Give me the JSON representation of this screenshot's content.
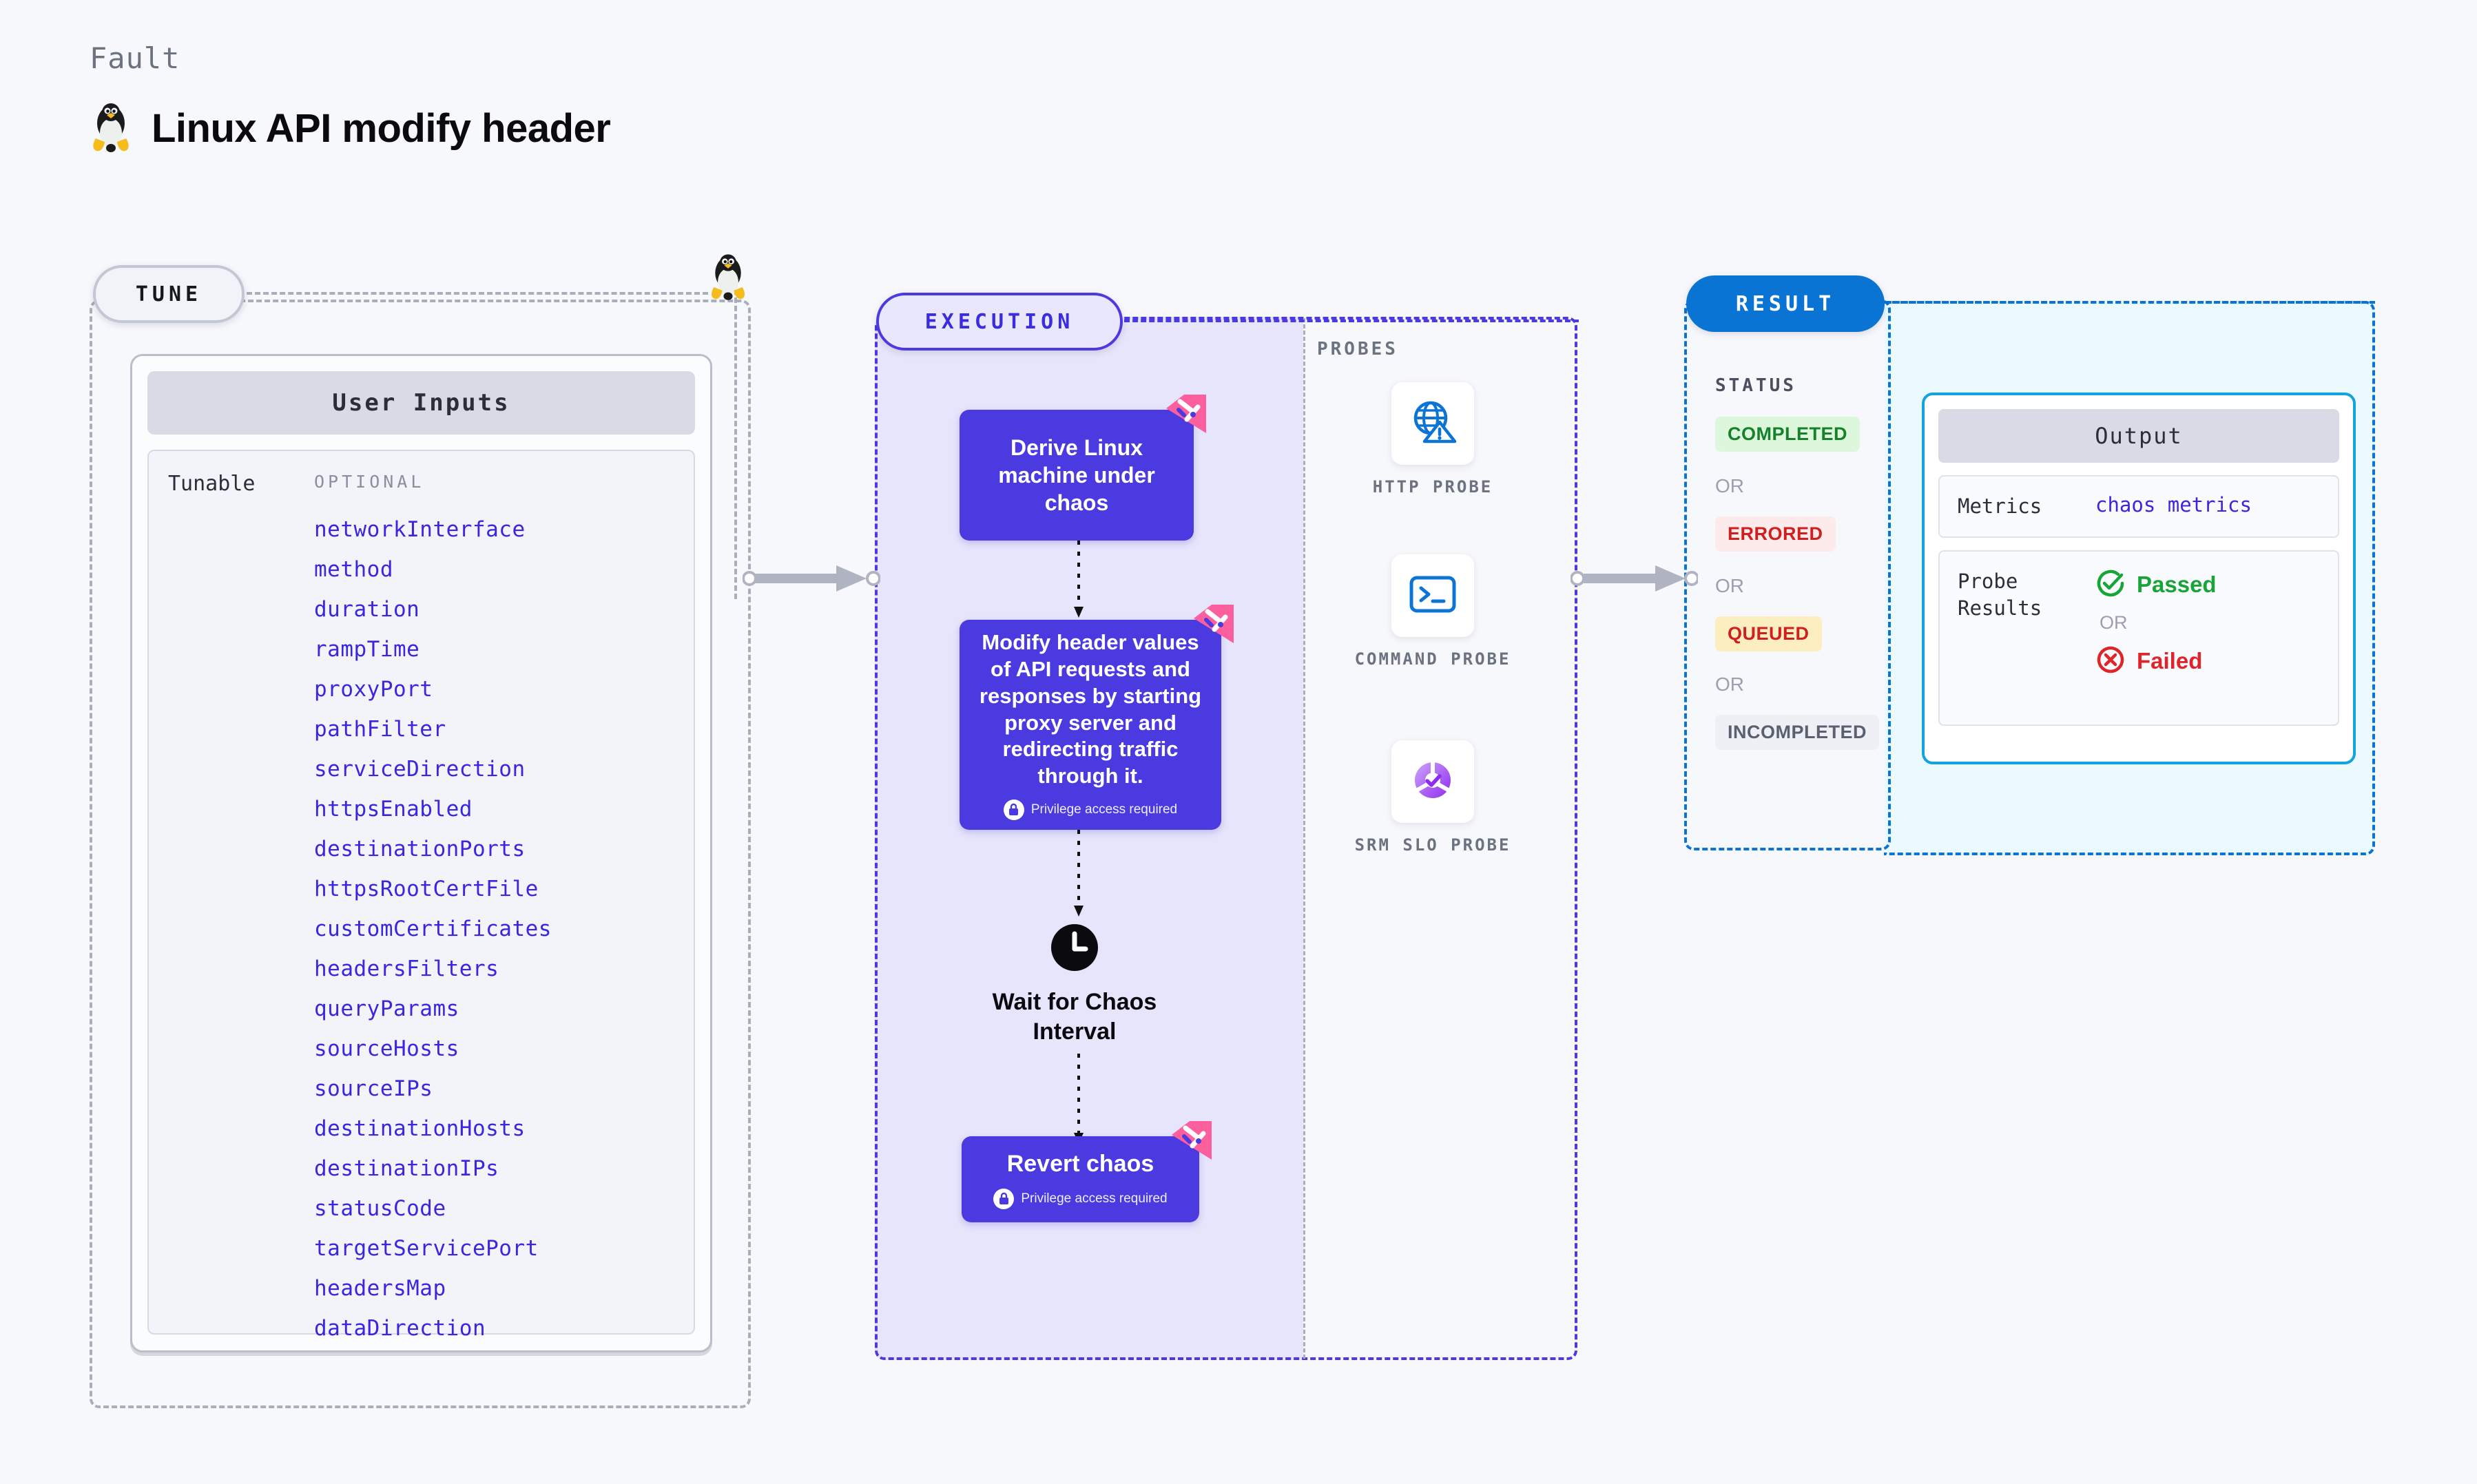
{
  "header": {
    "eyebrow": "Fault",
    "title": "Linux API modify header",
    "os_icon": "linux-penguin-icon"
  },
  "tune": {
    "pill_label": "TUNE",
    "boundary_icon": "linux-penguin-icon",
    "card_title": "User Inputs",
    "group_label": "Tunable",
    "optional_label": "OPTIONAL",
    "parameters": [
      "networkInterface",
      "method",
      "duration",
      "rampTime",
      "proxyPort",
      "pathFilter",
      "serviceDirection",
      "httpsEnabled",
      "destinationPorts",
      "httpsRootCertFile",
      "customCertificates",
      "headersFilters",
      "queryParams",
      "sourceHosts",
      "sourceIPs",
      "destinationHosts",
      "destinationIPs",
      "statusCode",
      "targetServicePort",
      "headersMap",
      "dataDirection"
    ]
  },
  "execution": {
    "pill_label": "EXECUTION",
    "privilege_note": "Privilege access required",
    "nodes": [
      {
        "text": "Derive Linux machine under chaos",
        "privileged": false,
        "flag": true
      },
      {
        "text": "Modify header values of API requests and responses by starting proxy server and redirecting traffic through it.",
        "privileged": true,
        "flag": true
      },
      {
        "text": "Wait for Chaos Interval",
        "privileged": false,
        "flag": false
      },
      {
        "text": "Revert chaos",
        "privileged": true,
        "flag": true
      }
    ]
  },
  "probes": {
    "section_label": "PROBES",
    "items": [
      {
        "name": "HTTP PROBE",
        "icon": "globe-warning-icon"
      },
      {
        "name": "COMMAND PROBE",
        "icon": "terminal-icon"
      },
      {
        "name": "SRM SLO PROBE",
        "icon": "slo-donut-check-icon"
      }
    ]
  },
  "result": {
    "pill_label": "RESULT",
    "status_label": "STATUS",
    "or_label": "OR",
    "statuses": [
      {
        "label": "COMPLETED",
        "bg": "#ddf7dd",
        "fg": "#16812a"
      },
      {
        "label": "ERRORED",
        "bg": "#fdeaea",
        "fg": "#cf2020"
      },
      {
        "label": "QUEUED",
        "bg": "#fdeec0",
        "fg": "#cf2020"
      },
      {
        "label": "INCOMPLETED",
        "bg": "#eef0f6",
        "fg": "#5a6070"
      }
    ]
  },
  "output": {
    "title": "Output",
    "metrics_key": "Metrics",
    "metrics_value": "chaos metrics",
    "probe_results_key": "Probe Results",
    "passed_label": "Passed",
    "or_label": "OR",
    "failed_label": "Failed"
  },
  "colors": {
    "accent_indigo": "#4a3ae0",
    "accent_blue": "#0a74d4",
    "accent_cyan": "#13a3e0",
    "param_blue": "#3a26e0",
    "flag_pink": "#fb5f9d",
    "page_bg": "#f7f8fc"
  }
}
